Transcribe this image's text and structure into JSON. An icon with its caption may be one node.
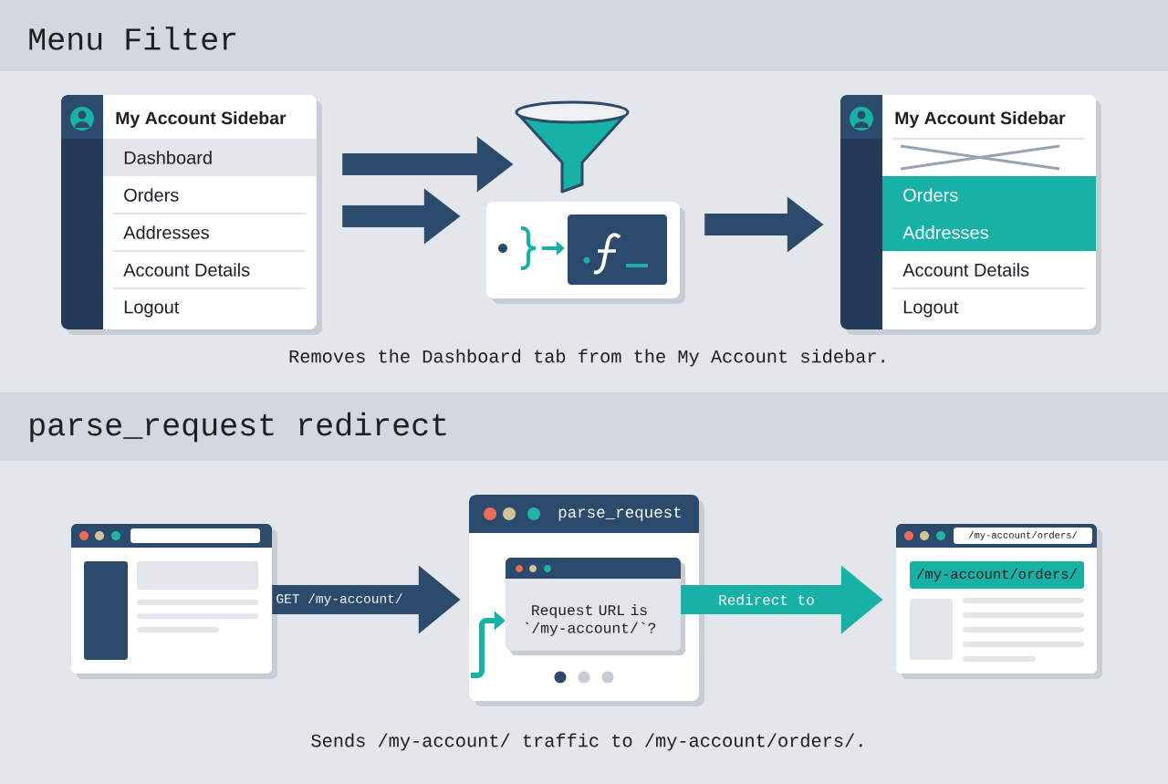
{
  "diagram": {
    "nodes": [
      {
        "text": [
          "My Account Sidebar",
          "Dashboard",
          "Orders",
          "Addresses",
          "Account Details",
          "Logout"
        ]
      },
      {
        "text": [],
        "shape": "funnel"
      },
      {
        "text": [],
        "shape": "box"
      },
      {
        "text": [
          "My Account Sidebar",
          "Orders",
          "Addresses",
          "Account Details",
          "Logout"
        ]
      },
      {
        "text": [],
        "shape": "box"
      },
      {
        "text": [
          "parse_request"
        ]
      },
      {
        "text": [
          "Request URL is `/my-account/`?"
        ],
        "in": 5
      },
      {
        "text": [
          "/my-account/orders/",
          "/my-account/orders/"
        ]
      }
    ],
    "edges": [
      {
        "from": 0,
        "to": 1,
        "arrow": "to"
      },
      {
        "from": 0,
        "to": 2,
        "arrow": "to"
      },
      {
        "from": 2,
        "to": 3,
        "arrow": "to"
      },
      {
        "from": 4,
        "to": 5,
        "arrow": "to",
        "label": "GET /my-account/"
      },
      {
        "from": null,
        "to": 6,
        "arrow": "to",
        "color": "#17b1a6"
      },
      {
        "from": 6,
        "to": 7,
        "arrow": "to",
        "label": "Redirect to",
        "color": "#17b1a6"
      }
    ],
    "labels": [
      "Menu Filter",
      "Removes the Dashboard tab from the My Account sidebar.",
      "parse_request redirect",
      "Sends /my-account/ traffic to /my-account/orders/."
    ]
  }
}
